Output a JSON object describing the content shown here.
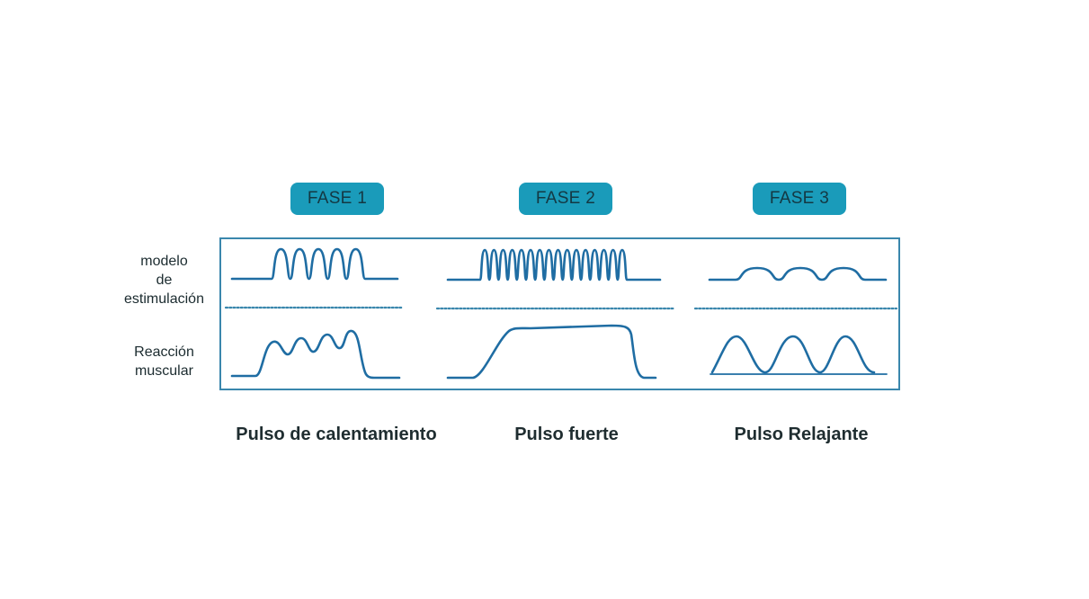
{
  "phases": [
    {
      "label": "FASE 1",
      "caption": "Pulso de calentamiento"
    },
    {
      "label": "FASE 2",
      "caption": "Pulso fuerte"
    },
    {
      "label": "FASE 3",
      "caption": "Pulso Relajante"
    }
  ],
  "rows": {
    "stimulation": "modelo\nde\nestimulación",
    "reaction": "Reacción\nmuscular"
  },
  "colors": {
    "badge": "#1a9bba",
    "wave": "#1f6da3",
    "frame": "#3a87ad",
    "divider": "#3a87ad"
  }
}
